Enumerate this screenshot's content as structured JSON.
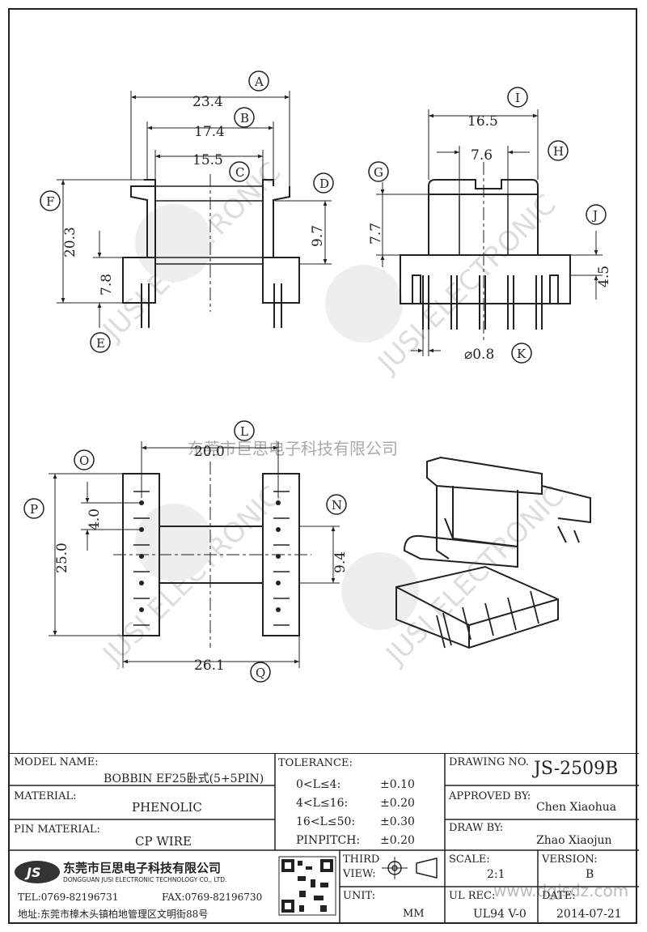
{
  "watermark": {
    "cn_top": "东莞市巨思电子科技有限公司",
    "url": "www.dgjsdz.com",
    "brand_en": "JUSI ELECTRONIC",
    "logo": "JS"
  },
  "dims": {
    "A": "23.4",
    "B": "17.4",
    "C": "15.5",
    "D": "9.7",
    "E": "7.8",
    "F": "20.3",
    "I": "16.5",
    "H": "7.6",
    "G": "7.7",
    "J": "4.5",
    "K": "⌀0.8",
    "L": "20.0",
    "O": "4.0",
    "P": "25.0",
    "N": "9.4",
    "Q": "26.1"
  },
  "markers": [
    "A",
    "B",
    "C",
    "D",
    "E",
    "F",
    "G",
    "H",
    "I",
    "J",
    "K",
    "L",
    "N",
    "O",
    "P",
    "Q"
  ],
  "title_block": {
    "model_name_label": "MODEL NAME:",
    "model_name": "BOBBIN EF25卧式(5+5PIN)",
    "material_label": "MATERIAL:",
    "material": "PHENOLIC",
    "pin_material_label": "PIN MATERIAL:",
    "pin_material": "CP WIRE",
    "tolerance_label": "TOLERANCE:",
    "tol_rows": [
      {
        "range": "0<L≤4:",
        "val": "±0.10"
      },
      {
        "range": "4<L≤16:",
        "val": "±0.20"
      },
      {
        "range": "16<L≤50:",
        "val": "±0.30"
      },
      {
        "range": "PINPITCH:",
        "val": "±0.20"
      }
    ],
    "drawing_no_label": "DRAWING NO.",
    "drawing_no": "JS-2509B",
    "approved_by_label": "APPROVED BY:",
    "approved_by": "Chen Xiaohua",
    "draw_by_label": "DRAW BY:",
    "draw_by": "Zhao Xiaojun",
    "scale_label": "SCALE:",
    "scale": "2:1",
    "version_label": "VERSION:",
    "version": "B",
    "third_view_label1": "THIRD",
    "third_view_label2": "VIEW:",
    "unit_label": "UNIT:",
    "unit": "MM",
    "ul_rec_label": "UL REC:",
    "ul_rec": "UL94 V-0",
    "date_label": "DATE:",
    "date": "2014-07-21",
    "company_cn": "东莞市巨思电子科技有限公司",
    "company_en": "DONGGUAN JUSI ELECTRONIC TECHNOLOGY CO., LTD.",
    "tel": "TEL:0769-82196731",
    "fax": "FAX:0769-82196730",
    "address": "地址:东莞市樟木头镇柏地管理区文明街88号",
    "logo": "JS"
  }
}
